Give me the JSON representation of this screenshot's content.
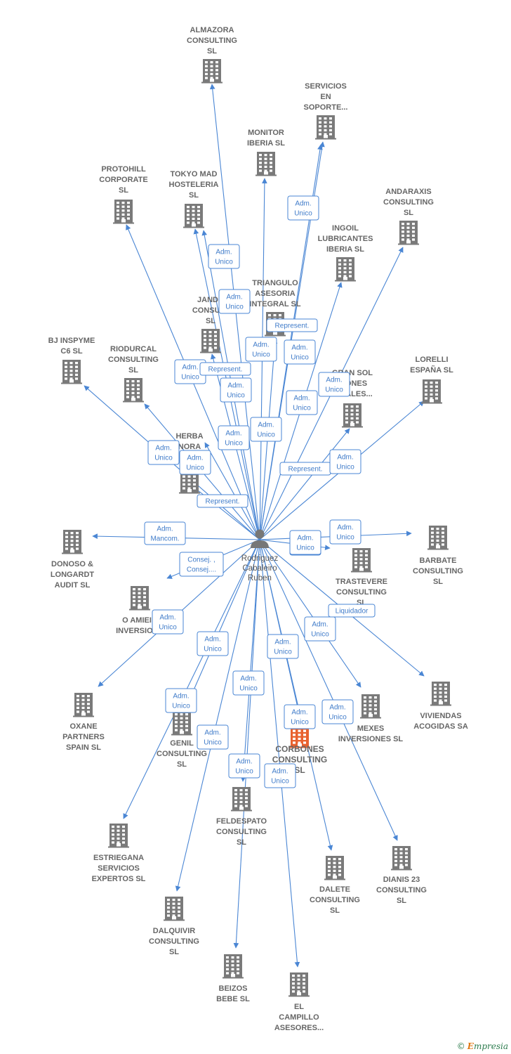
{
  "center": {
    "name_lines": [
      "Rodriguez",
      "Cabaleiro",
      "Ruben"
    ]
  },
  "colors": {
    "edge": "#4a86d4",
    "building": "#7a7a7a",
    "highlight": "#e8622f"
  },
  "nodes": [
    {
      "id": "almazora",
      "lines": [
        "ALMAZORA",
        "CONSULTING",
        "SL"
      ]
    },
    {
      "id": "servicios",
      "lines": [
        "SERVICIOS",
        "EN",
        "SOPORTE..."
      ]
    },
    {
      "id": "monitor",
      "lines": [
        "MONITOR",
        "IBERIA SL"
      ]
    },
    {
      "id": "protohill",
      "lines": [
        "PROTOHILL",
        "CORPORATE",
        "SL"
      ]
    },
    {
      "id": "tokyo",
      "lines": [
        "TOKYO MAD",
        "HOSTELERIA",
        "SL"
      ]
    },
    {
      "id": "andaraxis",
      "lines": [
        "ANDARAXIS",
        "CONSULTING",
        "SL"
      ]
    },
    {
      "id": "ingoil",
      "lines": [
        "INGOIL",
        "LUBRICANTES",
        "IBERIA SL"
      ]
    },
    {
      "id": "triangulo",
      "lines": [
        "TRIANGULO",
        "ASESORIA",
        "INTEGRAL SL"
      ]
    },
    {
      "id": "jandula",
      "lines": [
        "JANDU",
        "CONSULT",
        "SL"
      ]
    },
    {
      "id": "bj",
      "lines": [
        "BJ INSPYME",
        "C6 SL"
      ]
    },
    {
      "id": "riodurcal",
      "lines": [
        "RIODURCAL",
        "CONSULTING",
        "SL"
      ]
    },
    {
      "id": "gransol",
      "lines": [
        "GRAN SOL",
        "CIONES",
        "ARIALES..."
      ]
    },
    {
      "id": "lorelli",
      "lines": [
        "LORELLI",
        "ESPAÑA SL"
      ]
    },
    {
      "id": "herba",
      "lines": [
        "HERBA",
        "NORA"
      ]
    },
    {
      "id": "donoso",
      "lines": [
        "DONOSO &",
        "LONGARDT",
        "AUDIT SL"
      ]
    },
    {
      "id": "barbate",
      "lines": [
        "BARBATE",
        "CONSULTING",
        "SL"
      ]
    },
    {
      "id": "trastevere",
      "lines": [
        "TRASTEVERE",
        "CONSULTING",
        "SL"
      ]
    },
    {
      "id": "oamieiro",
      "lines": [
        "O AMIEIR",
        "INVERSIONE"
      ]
    },
    {
      "id": "viviendas",
      "lines": [
        "VIVIENDAS",
        "ACOGIDAS SA"
      ]
    },
    {
      "id": "oxane",
      "lines": [
        "OXANE",
        "PARTNERS",
        "SPAIN SL"
      ]
    },
    {
      "id": "mexes",
      "lines": [
        "MEXES",
        "INVERSIONES SL"
      ]
    },
    {
      "id": "genil",
      "lines": [
        "GENIL",
        "CONSULTING",
        "SL"
      ]
    },
    {
      "id": "corbones",
      "lines": [
        "CORBONES",
        "CONSULTING",
        "SL"
      ]
    },
    {
      "id": "feldespato",
      "lines": [
        "FELDESPATO",
        "CONSULTING",
        "SL"
      ]
    },
    {
      "id": "estriegana",
      "lines": [
        "ESTRIEGANA",
        "SERVICIOS",
        "EXPERTOS SL"
      ]
    },
    {
      "id": "dalete",
      "lines": [
        "DALETE",
        "CONSULTING",
        "SL"
      ]
    },
    {
      "id": "dianis",
      "lines": [
        "DIANIS 23",
        "CONSULTING",
        "SL"
      ]
    },
    {
      "id": "dalquivir",
      "lines": [
        "DALQUIVIR",
        "CONSULTING",
        "SL"
      ]
    },
    {
      "id": "beizos",
      "lines": [
        "BEIZOS",
        "BEBE SL"
      ]
    },
    {
      "id": "elcampillo",
      "lines": [
        "EL",
        "CAMPILLO",
        "ASESORES..."
      ]
    }
  ],
  "roles": [
    {
      "lines": [
        "Adm.",
        "Unico"
      ]
    },
    {
      "lines": [
        "Adm.",
        "Unico"
      ]
    },
    {
      "lines": [
        "Adm.",
        "Unico"
      ]
    },
    {
      "lines": [
        "Adm.",
        "Unico"
      ]
    },
    {
      "lines": [
        "Represent."
      ]
    },
    {
      "lines": [
        "Adm.",
        "Unico"
      ]
    },
    {
      "lines": [
        "Adm.",
        "Unico"
      ]
    },
    {
      "lines": [
        "Adm.",
        "Unico"
      ]
    },
    {
      "lines": [
        "Represent."
      ]
    },
    {
      "lines": [
        "Adm.",
        "Unico"
      ]
    },
    {
      "lines": [
        "Adm.",
        "Unico"
      ]
    },
    {
      "lines": [
        "Adm.",
        "Unico"
      ]
    },
    {
      "lines": [
        "Adm.",
        "Unico"
      ]
    },
    {
      "lines": [
        "Adm.",
        "Unico"
      ]
    },
    {
      "lines": [
        "Adm.",
        "Unico"
      ]
    },
    {
      "lines": [
        "Represent."
      ]
    },
    {
      "lines": [
        "Adm.",
        "Unico"
      ]
    },
    {
      "lines": [
        "Adm.",
        "Unico"
      ]
    },
    {
      "lines": [
        "Represent."
      ]
    },
    {
      "lines": [
        "Adm.",
        "Mancom."
      ]
    },
    {
      "lines": [
        "Adm.",
        "Unico"
      ]
    },
    {
      "lines": [
        "Adm.",
        "Unico"
      ]
    },
    {
      "lines": [
        "Consej. ,",
        "Consej...."
      ]
    },
    {
      "lines": [
        "Liquidador"
      ]
    },
    {
      "lines": [
        "Adm.",
        "Unico"
      ]
    },
    {
      "lines": [
        "Adm.",
        "Unico"
      ]
    },
    {
      "lines": [
        "Adm.",
        "Unico"
      ]
    },
    {
      "lines": [
        "Adm.",
        "Unico"
      ]
    },
    {
      "lines": [
        "Adm.",
        "Unico"
      ]
    },
    {
      "lines": [
        "Adm.",
        "Unico"
      ]
    },
    {
      "lines": [
        "Adm.",
        "Unico"
      ]
    },
    {
      "lines": [
        "Adm.",
        "Unico"
      ]
    },
    {
      "lines": [
        "Adm.",
        "Unico"
      ]
    },
    {
      "lines": [
        "Adm.",
        "Unico"
      ]
    },
    {
      "lines": [
        "Adm.",
        "Unico"
      ]
    }
  ],
  "footer": {
    "copyright_symbol": "©",
    "brand_first": "E",
    "brand_rest": "mpresia"
  }
}
